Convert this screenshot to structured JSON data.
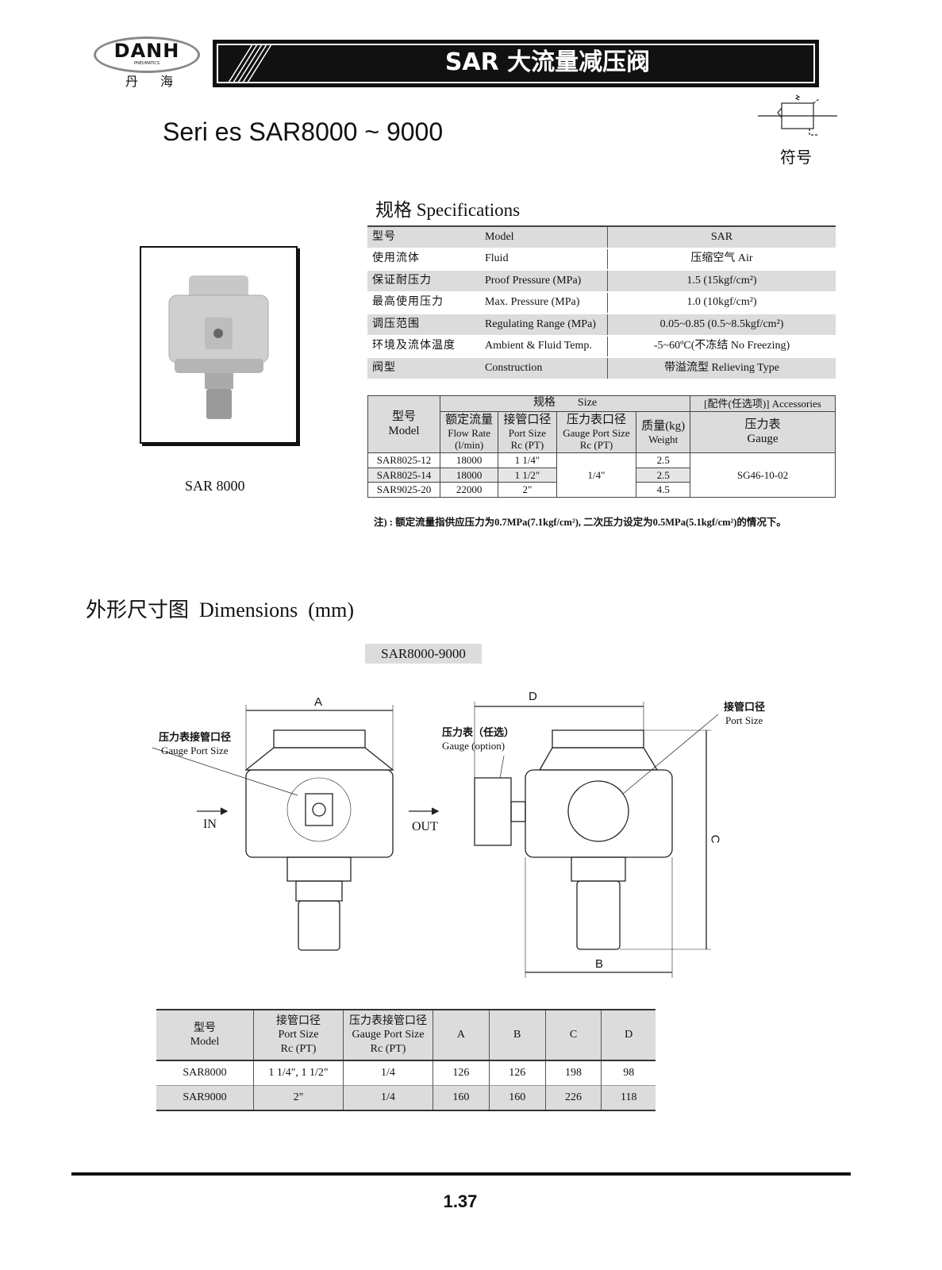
{
  "header": {
    "logo_text": "DANH",
    "logo_sub": "PNEUMATICS",
    "logo_cn": "丹 海",
    "title": "SAR 大流量减压阀"
  },
  "series_title": "Seri es SAR8000 ~ 9000",
  "symbol_label": "符号",
  "product": {
    "caption": "SAR 8000"
  },
  "spec": {
    "title": "规格 Specifications",
    "rows": [
      {
        "cn": "型号",
        "en": "Model",
        "value": "SAR"
      },
      {
        "cn": "使用流体",
        "en": "Fluid",
        "value": "压缩空气 Air"
      },
      {
        "cn": "保证耐压力",
        "en": "Proof Pressure (MPa)",
        "value": "1.5 (15kgf/cm²)"
      },
      {
        "cn": "最高使用压力",
        "en": "Max. Pressure (MPa)",
        "value": "1.0 (10kgf/cm²)"
      },
      {
        "cn": "调压范围",
        "en": "Regulating Range (MPa)",
        "value": "0.05~0.85 (0.5~8.5kgf/cm²)"
      },
      {
        "cn": "环境及流体温度",
        "en": "Ambient & Fluid Temp.",
        "value": "-5~60ºC(不冻结 No Freezing)"
      },
      {
        "cn": "阀型",
        "en": "Construction",
        "value": "带溢流型 Relieving Type"
      }
    ]
  },
  "size_table": {
    "model_h": "型号",
    "model_h_en": "Model",
    "size_h": "规格　　Size",
    "acc_h": "[配件(任选项)] Accessories",
    "flow_h": "额定流量",
    "flow_h_en": "Flow Rate",
    "flow_unit": "(l/min)",
    "port_h": "接管口径",
    "port_h_en": "Port Size",
    "port_unit": "Rc (PT)",
    "gport_h": "压力表口径",
    "gport_h_en": "Gauge Port Size",
    "gport_unit": "Rc (PT)",
    "weight_h": "质量(kg)",
    "weight_h_en": "Weight",
    "gauge_h": "压力表",
    "gauge_h_en": "Gauge",
    "rows": [
      {
        "model": "SAR8025-12",
        "flow": "18000",
        "port": "1 1/4\"",
        "weight": "2.5"
      },
      {
        "model": "SAR8025-14",
        "flow": "18000",
        "port": "1 1/2\"",
        "weight": "2.5"
      },
      {
        "model": "SAR9025-20",
        "flow": "22000",
        "port": "2\"",
        "weight": "4.5"
      }
    ],
    "gauge_port": "1/4\"",
    "gauge": "SG46-10-02",
    "note": "注) : 额定流量指供应压力为0.7MPa(7.1kgf/cm²), 二次压力设定为0.5MPa(5.1kgf/cm²)的情况下。"
  },
  "dimensions": {
    "title": "外形尺寸图  Dimensions  (mm)",
    "drawing_label": "SAR8000-9000",
    "labels": {
      "a": "A",
      "b": "B",
      "c": "C",
      "d": "D",
      "gauge_port_cn": "压力表接管口径",
      "gauge_port_en": "Gauge Port Size",
      "in": "IN",
      "out": "OUT",
      "gauge_cn": "压力表（任选）",
      "gauge_en": "Gauge (option)",
      "port_cn": "接管口径",
      "port_en": "Port Size"
    },
    "table": {
      "headers": [
        [
          "型号",
          "Model"
        ],
        [
          "接管口径",
          "Port Size",
          "Rc (PT)"
        ],
        [
          "压力表接管口径",
          "Gauge Port Size",
          "Rc (PT)"
        ],
        "A",
        "B",
        "C",
        "D"
      ],
      "rows": [
        [
          "SAR8000",
          "1 1/4\", 1 1/2\"",
          "1/4",
          "126",
          "126",
          "198",
          "98"
        ],
        [
          "SAR9000",
          "2\"",
          "1/4",
          "160",
          "160",
          "226",
          "118"
        ]
      ]
    }
  },
  "page_number": "1.37"
}
